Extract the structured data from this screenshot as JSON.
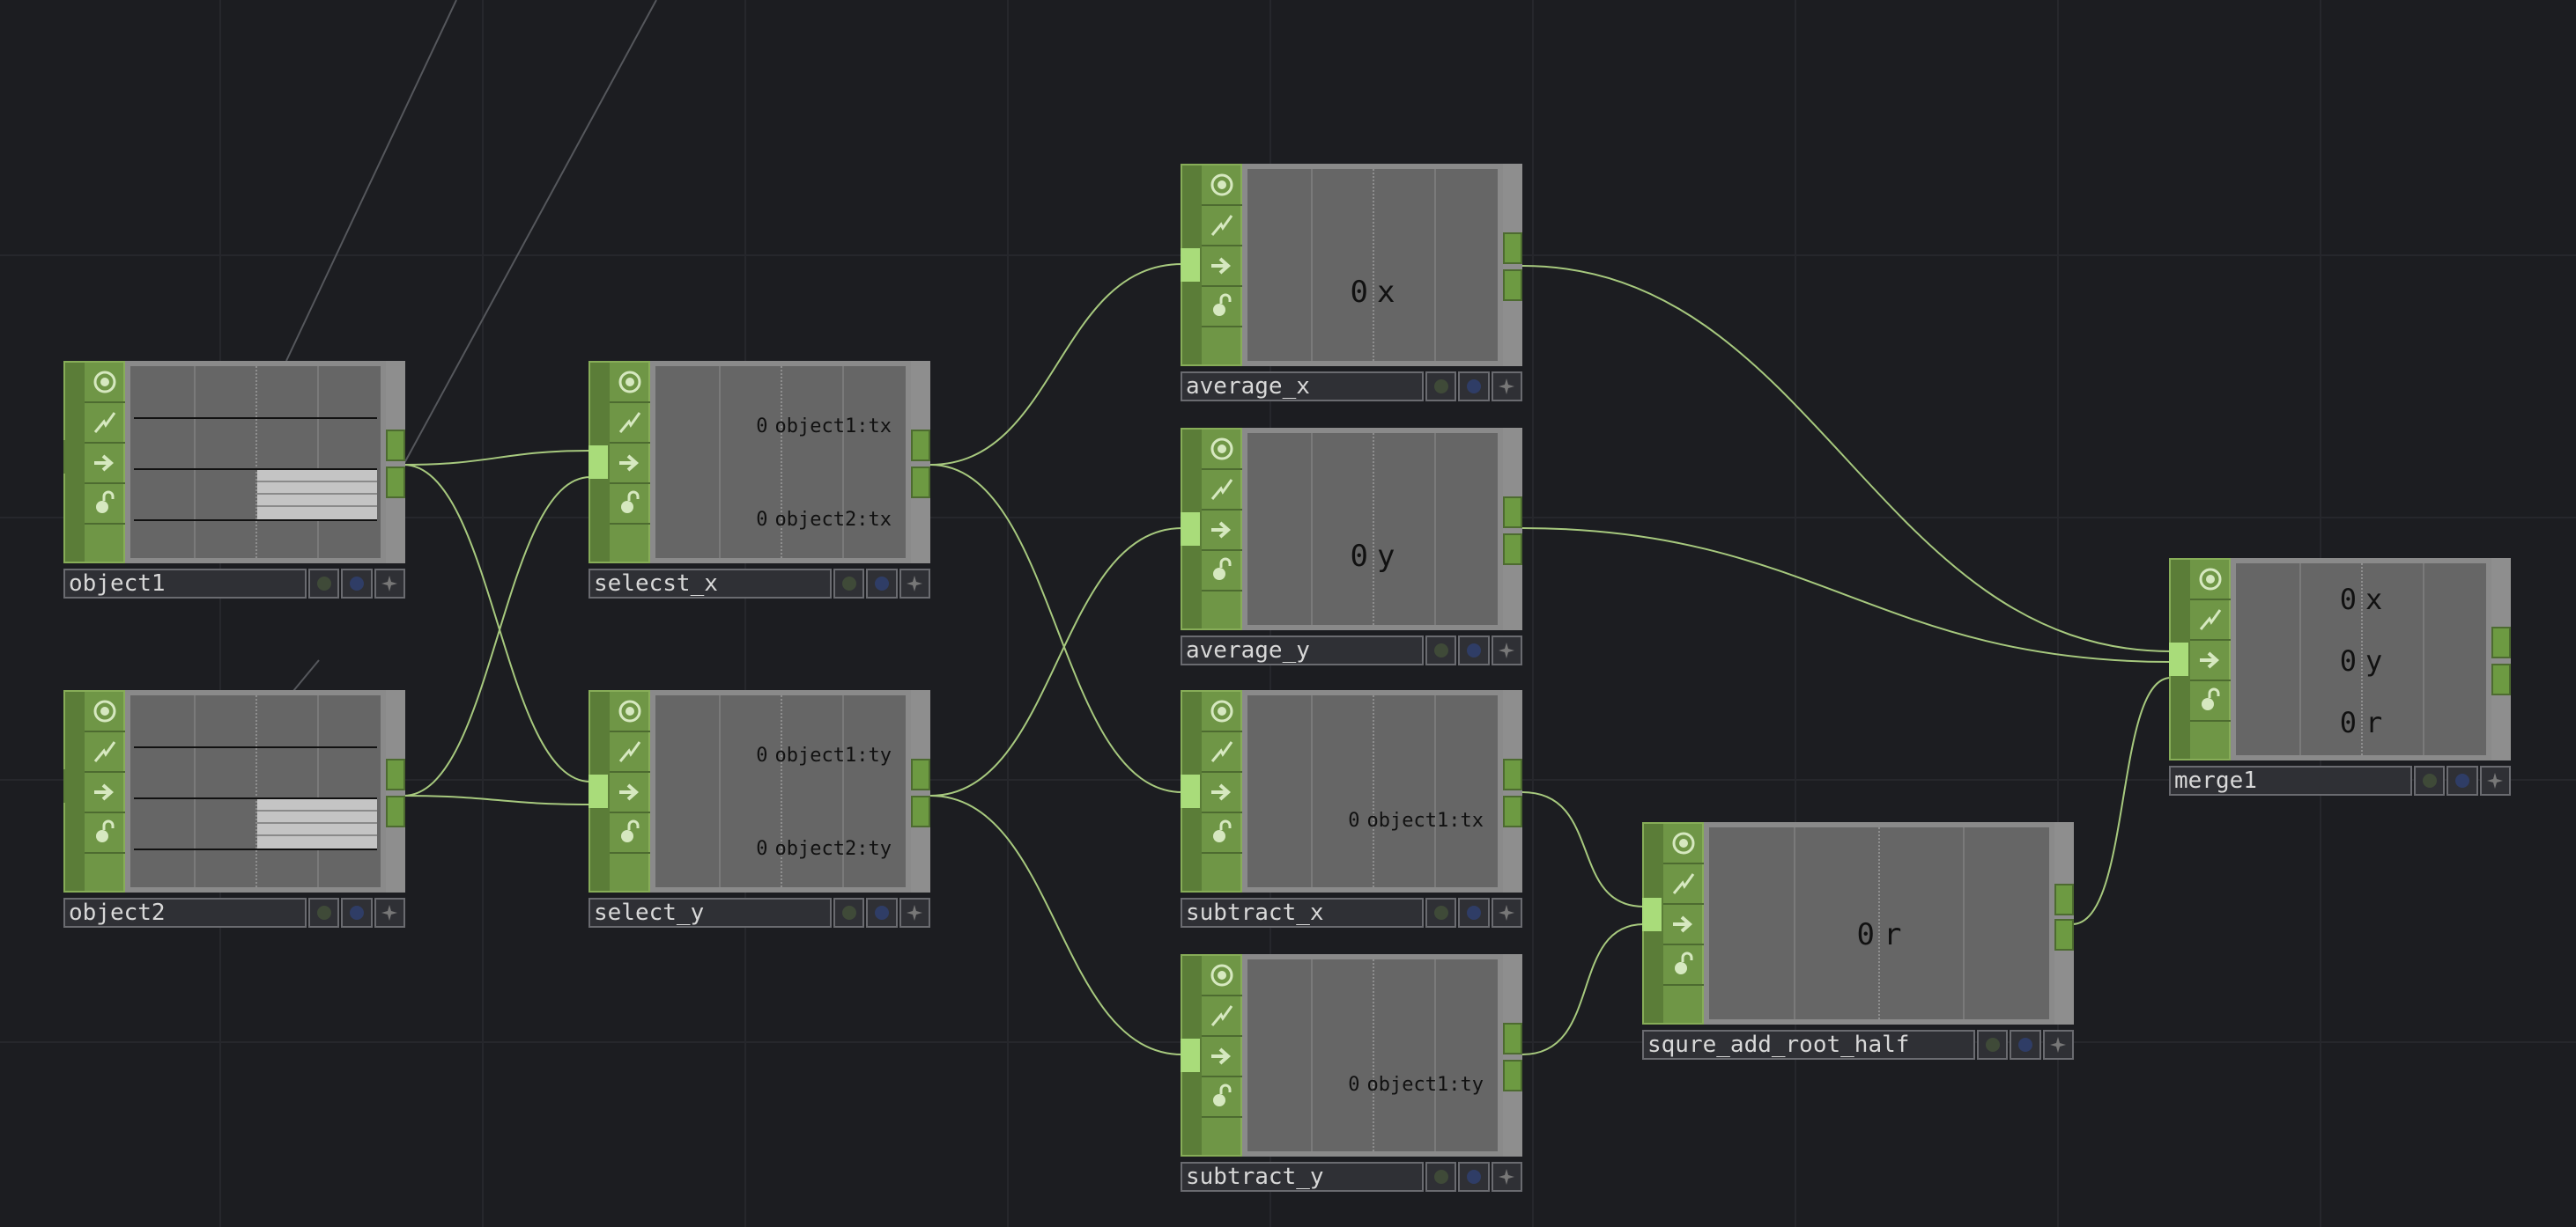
{
  "colors": {
    "background": "#1c1d21",
    "node_green": "#6f9646",
    "wire": "#a7c97e",
    "input_active": "#a9dc7a"
  },
  "icons": {
    "viewer": "viewer-target-icon",
    "cook": "lightning-icon",
    "pass": "arrow-right-icon",
    "lock": "lock-icon",
    "bypass": "bypass-flag-icon",
    "display": "display-flag-icon",
    "compare": "sparkle-flag-icon"
  },
  "nodes": {
    "object1": {
      "name": "object1"
    },
    "object2": {
      "name": "object2"
    },
    "selecst_x": {
      "name": "selecst_x",
      "channels": [
        {
          "value": "0",
          "name": "object1:tx"
        },
        {
          "value": "0",
          "name": "object2:tx"
        }
      ]
    },
    "select_y": {
      "name": "select_y",
      "channels": [
        {
          "value": "0",
          "name": "object1:ty"
        },
        {
          "value": "0",
          "name": "object2:ty"
        }
      ]
    },
    "average_x": {
      "name": "average_x",
      "channels": [
        {
          "value": "0",
          "name": "x"
        }
      ]
    },
    "average_y": {
      "name": "average_y",
      "channels": [
        {
          "value": "0",
          "name": "y"
        }
      ]
    },
    "subtract_x": {
      "name": "subtract_x",
      "channels": [
        {
          "value": "0",
          "name": "object1:tx"
        }
      ]
    },
    "subtract_y": {
      "name": "subtract_y",
      "channels": [
        {
          "value": "0",
          "name": "object1:ty"
        }
      ]
    },
    "squre_add_root_half": {
      "name": "squre_add_root_half",
      "channels": [
        {
          "value": "0",
          "name": "r"
        }
      ]
    },
    "merge1": {
      "name": "merge1",
      "channels": [
        {
          "value": "0",
          "name": "x"
        },
        {
          "value": "0",
          "name": "y"
        },
        {
          "value": "0",
          "name": "r"
        }
      ]
    }
  }
}
